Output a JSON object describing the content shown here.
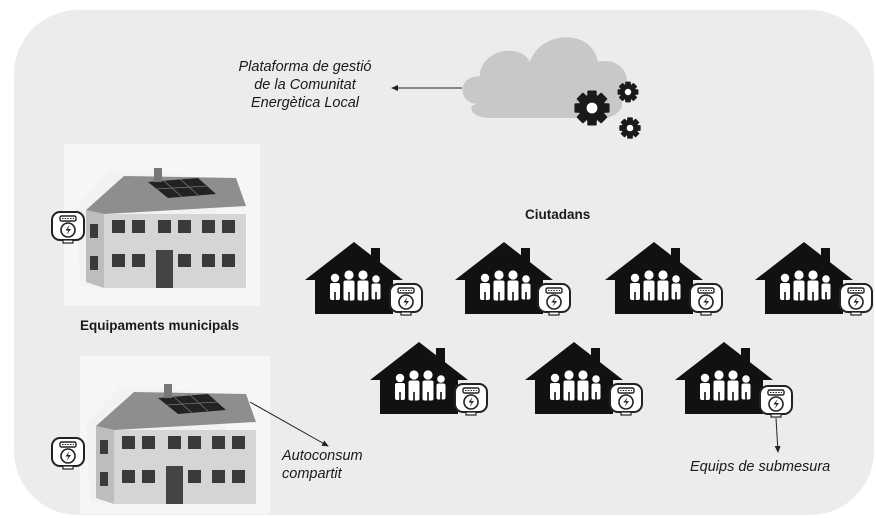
{
  "labels": {
    "platform": [
      "Plataforma de gestió",
      "de la Comunitat",
      "Energètica Local"
    ],
    "citizens": "Ciutadans",
    "municipal": "Equipaments municipals",
    "shared_selfconsumption": [
      "Autoconsum",
      "compartit"
    ],
    "submetering": "Equips de submesura"
  },
  "icons": {
    "cloud": "cloud-gears-icon",
    "building": "municipal-building-icon",
    "house": "family-house-icon",
    "meter": "smart-meter-icon"
  },
  "colors": {
    "panel": "#ececec",
    "house": "#111111",
    "cloud": "#c8c8c8"
  }
}
